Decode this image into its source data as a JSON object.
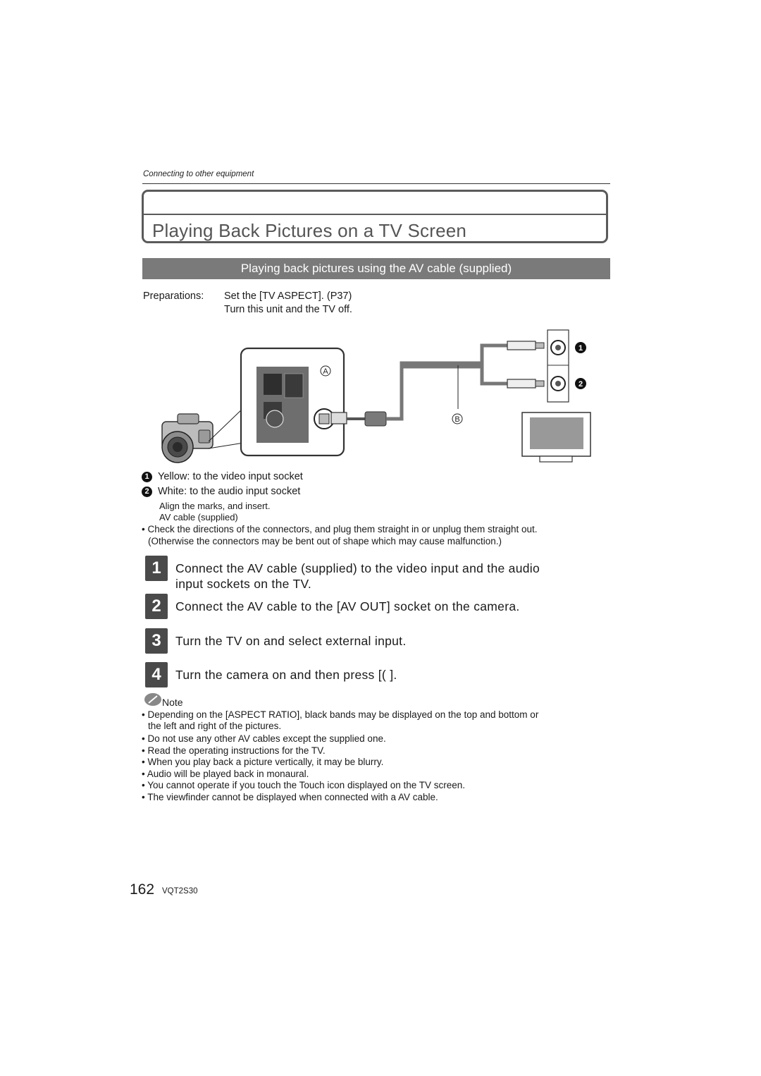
{
  "header": {
    "section": "Connecting to other equipment"
  },
  "title": "Playing Back Pictures on a TV Screen",
  "section_heading": "Playing back pictures using the AV cable (supplied)",
  "preparations": {
    "label": "Preparations:",
    "line1": "Set the [TV ASPECT]. (P37)",
    "line2": "Turn this unit and the TV off."
  },
  "diagram": {
    "label_a": "A",
    "label_b": "B",
    "marker_1": "1",
    "marker_2": "2"
  },
  "legend": {
    "item1_num": "1",
    "item1": "Yellow:  to the video input socket",
    "item2_num": "2",
    "item2": "White:  to the audio input socket",
    "align": "Align the marks, and insert.",
    "cable": "AV cable (supplied)"
  },
  "caution": {
    "line1": "Check the directions of the connectors, and plug them straight in or unplug them straight out.",
    "line2": "(Otherwise the connectors may be bent out of shape which may cause malfunction.)"
  },
  "steps": [
    {
      "num": "1",
      "line1": "Connect the AV cable      (supplied) to the video input and the audio",
      "line2": "input sockets on the TV."
    },
    {
      "num": "2",
      "line1": "Connect the AV cable to the [AV OUT] socket on the camera."
    },
    {
      "num": "3",
      "line1": "Turn the TV on and select external input."
    },
    {
      "num": "4",
      "line1": "Turn the camera on and then press [(    ]."
    }
  ],
  "note": {
    "label": "Note",
    "items": [
      "Depending on the [ASPECT RATIO], black bands may be displayed on the top and bottom or",
      "the left and right of the pictures.",
      "Do not use any other AV cables except the supplied one.",
      "Read the operating instructions for the TV.",
      "When you play back a picture vertically, it may be blurry.",
      "Audio will be played back in monaural.",
      "You cannot operate if you touch the Touch icon displayed on the TV screen.",
      "The viewfinder cannot be displayed when connected with a AV cable."
    ]
  },
  "footer": {
    "page": "162",
    "code": "VQT2S30"
  }
}
